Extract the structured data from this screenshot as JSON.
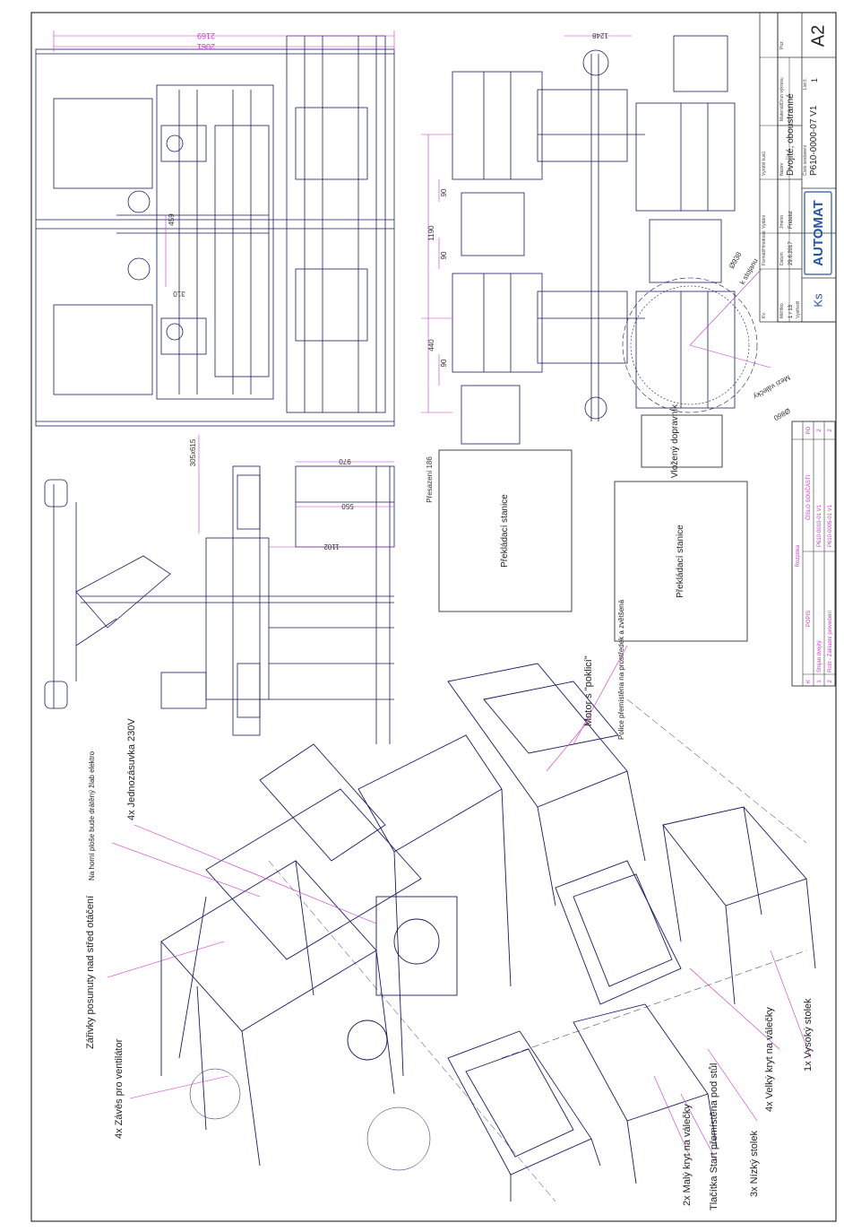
{
  "sheet": {
    "format": "A2",
    "company": "AUTOMAT",
    "qty_label": "Ks",
    "title_block": {
      "material_label": "Materiál/Druh výkresu",
      "pos_label": "Poz.",
      "name_label": "Název",
      "name_value": "Dvojité, oboustranné",
      "drawing_no_label": "Číslo sestavení",
      "drawing_no_value": "P610-0000-07 V1",
      "sheet_label": "List č.",
      "sheet_value": "1",
      "author_label": "Jméno",
      "author_value": "Fridelst",
      "date_label": "Datum",
      "date_value": "29.6.2017",
      "scale_label": "Měřítko",
      "scale_value": "1 / 13",
      "format_label": "Formát/Hmotnost",
      "kv_label": "Kv.",
      "checked_label": "Vystředil",
      "approved_label": "Vydání",
      "revision_label": "Vyrobil kusů"
    },
    "bom": {
      "header": "Rozpiska",
      "columns": [
        "K",
        "POPIS",
        "ČÍSLO SOUČÁSTI",
        "PO"
      ],
      "rows": [
        {
          "k": "1",
          "popis": "Stojan dvojitý",
          "cislo": "P610-0010-01 V1",
          "po": "2"
        },
        {
          "k": "2",
          "popis": "Rošt - Základní provedení",
          "cislo": "P610-0005-01 V1",
          "po": "2"
        }
      ]
    }
  },
  "dimensions": [
    "2169",
    "2061",
    "1248",
    "459",
    "310",
    "1190",
    "440",
    "90",
    "90",
    "90",
    "305x615",
    "970",
    "550",
    "1102",
    "Ø938",
    "Ø860"
  ],
  "plan_labels": {
    "station_1": "Překládací stanice",
    "station_2": "Překládací stanice",
    "conveyor": "Vložený dopravník",
    "shift": "Přesazení 186",
    "radius_1": "k stojanu",
    "radius_2": "Mezi válečky"
  },
  "callouts": {
    "fan_mount": "4x Závěs pro ventilátor",
    "lights": "Zářivky posunuty nad střed otáčení",
    "wiring": "Na horní ploše bude drátěný žlab elektro",
    "socket": "4x Jednozásuvka 230V",
    "motor": "Motor s \"poklicí\"",
    "shelf": "Police přemístěna na prostředek a zvětšená",
    "small_cover": "2x Malý kryt na válečky",
    "start_button": "Tlačítka Start přemístěna pod stůl",
    "low_table": "3x Nízký stolek",
    "large_cover": "4x Velký kryt na válečky",
    "high_table": "1x Vysoký stolek"
  },
  "colors": {
    "line": "#1a1a66",
    "dimension": "#cc33cc",
    "frame": "#333333"
  }
}
